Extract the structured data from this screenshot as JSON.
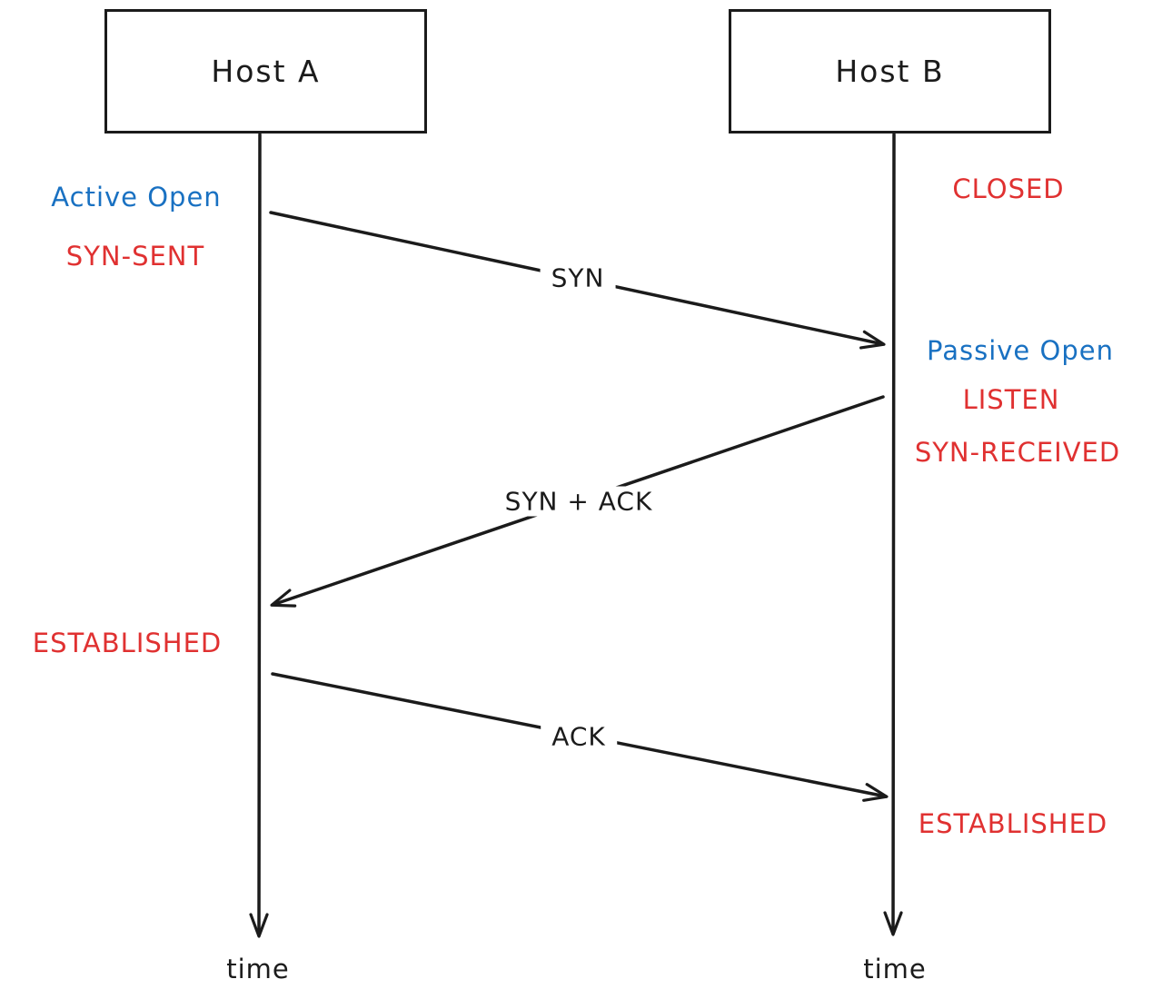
{
  "colors": {
    "ink": "#1b1b1b",
    "blue": "#1971c2",
    "red": "#e03131"
  },
  "hosts": {
    "a": "Host A",
    "b": "Host B"
  },
  "host_a_states": {
    "active_open": "Active Open",
    "syn_sent": "SYN-SENT",
    "established": "ESTABLISHED"
  },
  "host_b_states": {
    "closed": "CLOSED",
    "passive_open": "Passive Open",
    "listen": "LISTEN",
    "syn_received": "SYN-RECEIVED",
    "established": "ESTABLISHED"
  },
  "messages": {
    "syn": "SYN",
    "syn_ack": "SYN + ACK",
    "ack": "ACK"
  },
  "timeline": {
    "label": "time"
  }
}
